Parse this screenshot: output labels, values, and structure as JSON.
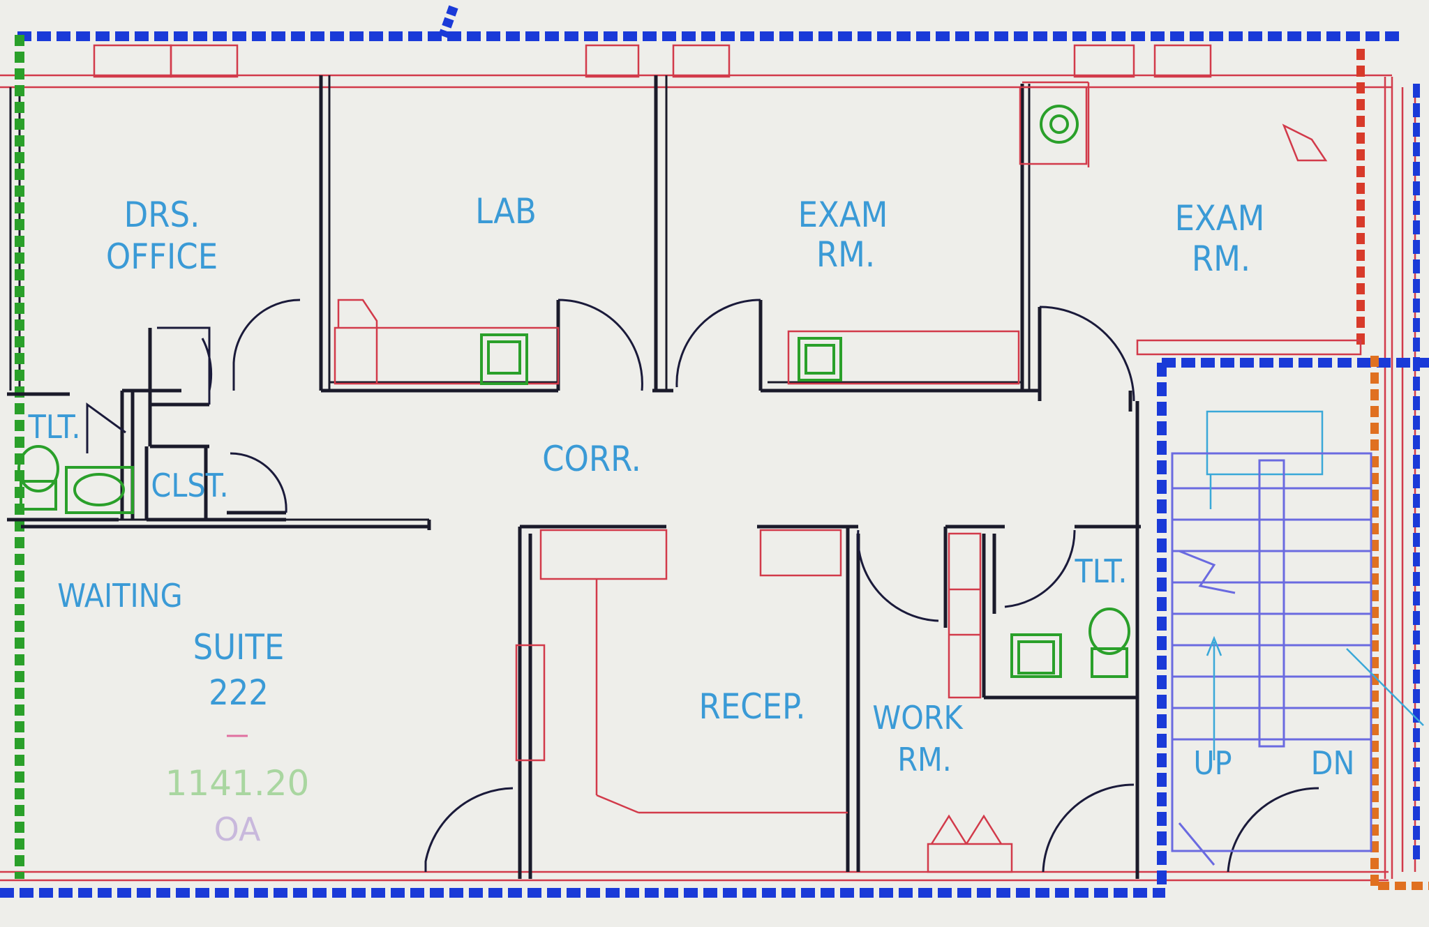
{
  "plan": {
    "rooms": {
      "drs_office": [
        "DRS.",
        "OFFICE"
      ],
      "lab": "LAB",
      "exam_1": [
        "EXAM",
        "RM."
      ],
      "exam_2": [
        "EXAM",
        "RM."
      ],
      "tlt_1": "TLT.",
      "clst": "CLST.",
      "corr": "CORR.",
      "waiting": "WAITING",
      "suite": [
        "SUITE",
        "222"
      ],
      "recep": "RECEP.",
      "work_rm": [
        "WORK",
        "RM."
      ],
      "tlt_2": "TLT.",
      "stair_up": "UP",
      "stair_dn": "DN"
    },
    "suite_area": "1141.20",
    "suite_occupancy": "OA"
  },
  "colors": {
    "room_label": "#3a9ad6",
    "wall": "#1a1a2a",
    "red_line": "#d23a4a",
    "blue_dash": "#1a3ad8",
    "green_dash": "#2aa02a",
    "orange_dash": "#e07020",
    "fixture": "#2aa02a",
    "stair": "#6a6ae0"
  }
}
